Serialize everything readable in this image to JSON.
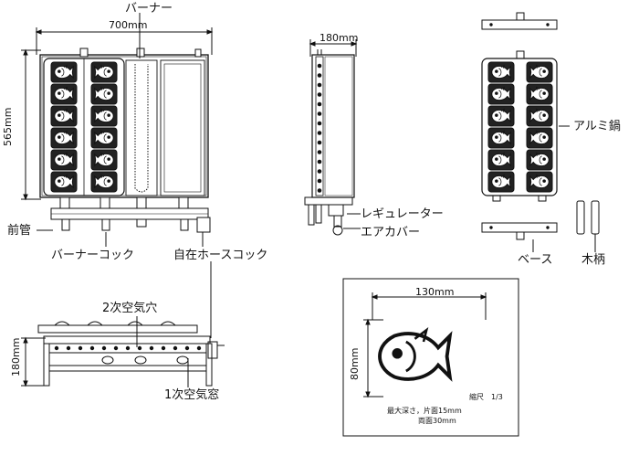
{
  "labels": {
    "burner": "バーナー",
    "aluminum_pan": "アルミ鍋",
    "front_pipe": "前管",
    "burner_cock": "バーナーコック",
    "hose_cock": "自在ホースコック",
    "regulator": "レギュレーター",
    "air_cover": "エアカバー",
    "base": "ベース",
    "wooden_handle": "木柄",
    "secondary_air": "2次空気穴",
    "primary_air": "1次空気窓",
    "scale": "縮尺　1/3",
    "depth_line1": "最大深さ，片面15mm",
    "depth_line2": "両面30mm"
  },
  "dimensions": {
    "front_width": "700mm",
    "front_height": "565mm",
    "side_width": "180mm",
    "bottom_height": "180mm",
    "mold_width": "130mm",
    "mold_height": "80mm"
  },
  "colors": {
    "line": "#111111",
    "fill_dark": "#222222",
    "background": "#ffffff"
  }
}
